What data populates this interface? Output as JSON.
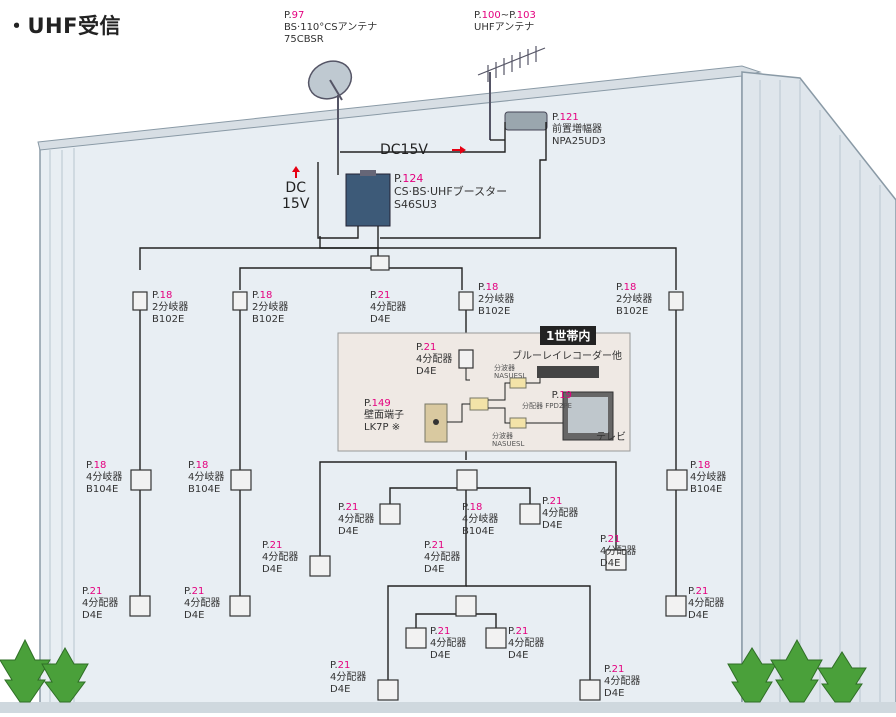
{
  "title": "・UHF受信",
  "dc_label": "DC15V",
  "dc_vertical": [
    "DC",
    "15V"
  ],
  "unit_box_title": "1世帯内",
  "items": {
    "bs_antenna": {
      "page": "97",
      "name": "BS·110°CSアンテナ",
      "model": "75CBSR"
    },
    "uhf_antenna": {
      "page": "100",
      "page2": "103",
      "name": "UHFアンテナ"
    },
    "preamp": {
      "page": "121",
      "name": "前置増幅器",
      "model": "NPA25UD3"
    },
    "booster": {
      "page": "124",
      "name": "CS·BS·UHFブースター",
      "model": "S46SU3"
    },
    "split_l1": {
      "page": "18",
      "name": "2分岐器",
      "model": "B102E"
    },
    "split_l2": {
      "page": "18",
      "name": "2分岐器",
      "model": "B102E"
    },
    "div_top": {
      "page": "21",
      "name": "4分配器",
      "model": "D4E"
    },
    "split_c": {
      "page": "18",
      "name": "2分岐器",
      "model": "B102E"
    },
    "split_r": {
      "page": "18",
      "name": "2分岐器",
      "model": "B102E"
    },
    "div_unit": {
      "page": "21",
      "name": "4分配器",
      "model": "D4E"
    },
    "outlet": {
      "page": "149",
      "name": "壁面端子",
      "model": "LK7P",
      "note": "※"
    },
    "recorder": {
      "name": "ブルーレイレコーダー他"
    },
    "fpd": {
      "page": "19",
      "name": "分配器",
      "model": "FPD2PE"
    },
    "filter1": {
      "name": "分波器",
      "model": "NASUESL"
    },
    "filter2": {
      "name": "分波器",
      "model": "NASUESL"
    },
    "tv": {
      "name": "テレビ"
    },
    "b4_l1": {
      "page": "18",
      "name": "4分岐器",
      "model": "B104E"
    },
    "b4_l2": {
      "page": "18",
      "name": "4分岐器",
      "model": "B104E"
    },
    "b4_c": {
      "page": "18",
      "name": "4分岐器",
      "model": "B104E"
    },
    "b4_r": {
      "page": "18",
      "name": "4分岐器",
      "model": "B104E"
    },
    "d_l1": {
      "page": "21",
      "name": "4分配器",
      "model": "D4E"
    },
    "d_l2": {
      "page": "21",
      "name": "4分配器",
      "model": "D4E"
    },
    "d_c1": {
      "page": "21",
      "name": "4分配器",
      "model": "D4E"
    },
    "d_c2": {
      "page": "21",
      "name": "4分配器",
      "model": "D4E"
    },
    "d_c3": {
      "page": "21",
      "name": "4分配器",
      "model": "D4E"
    },
    "d_c4": {
      "page": "21",
      "name": "4分配器",
      "model": "D4E"
    },
    "d_r1": {
      "page": "21",
      "name": "4分配器",
      "model": "D4E"
    },
    "d_r2": {
      "page": "21",
      "name": "4分配器",
      "model": "D4E"
    },
    "d_b1": {
      "page": "21",
      "name": "4分配器",
      "model": "D4E"
    },
    "d_b2": {
      "page": "21",
      "name": "4分配器",
      "model": "D4E"
    },
    "d_b3": {
      "page": "21",
      "name": "4分配器",
      "model": "D4E"
    },
    "d_b4": {
      "page": "21",
      "name": "4分配器",
      "model": "D4E"
    }
  },
  "colors": {
    "page_number": "#e4007f",
    "arrow": "#e60012",
    "wall": "#e8eef3",
    "line": "#222222"
  }
}
